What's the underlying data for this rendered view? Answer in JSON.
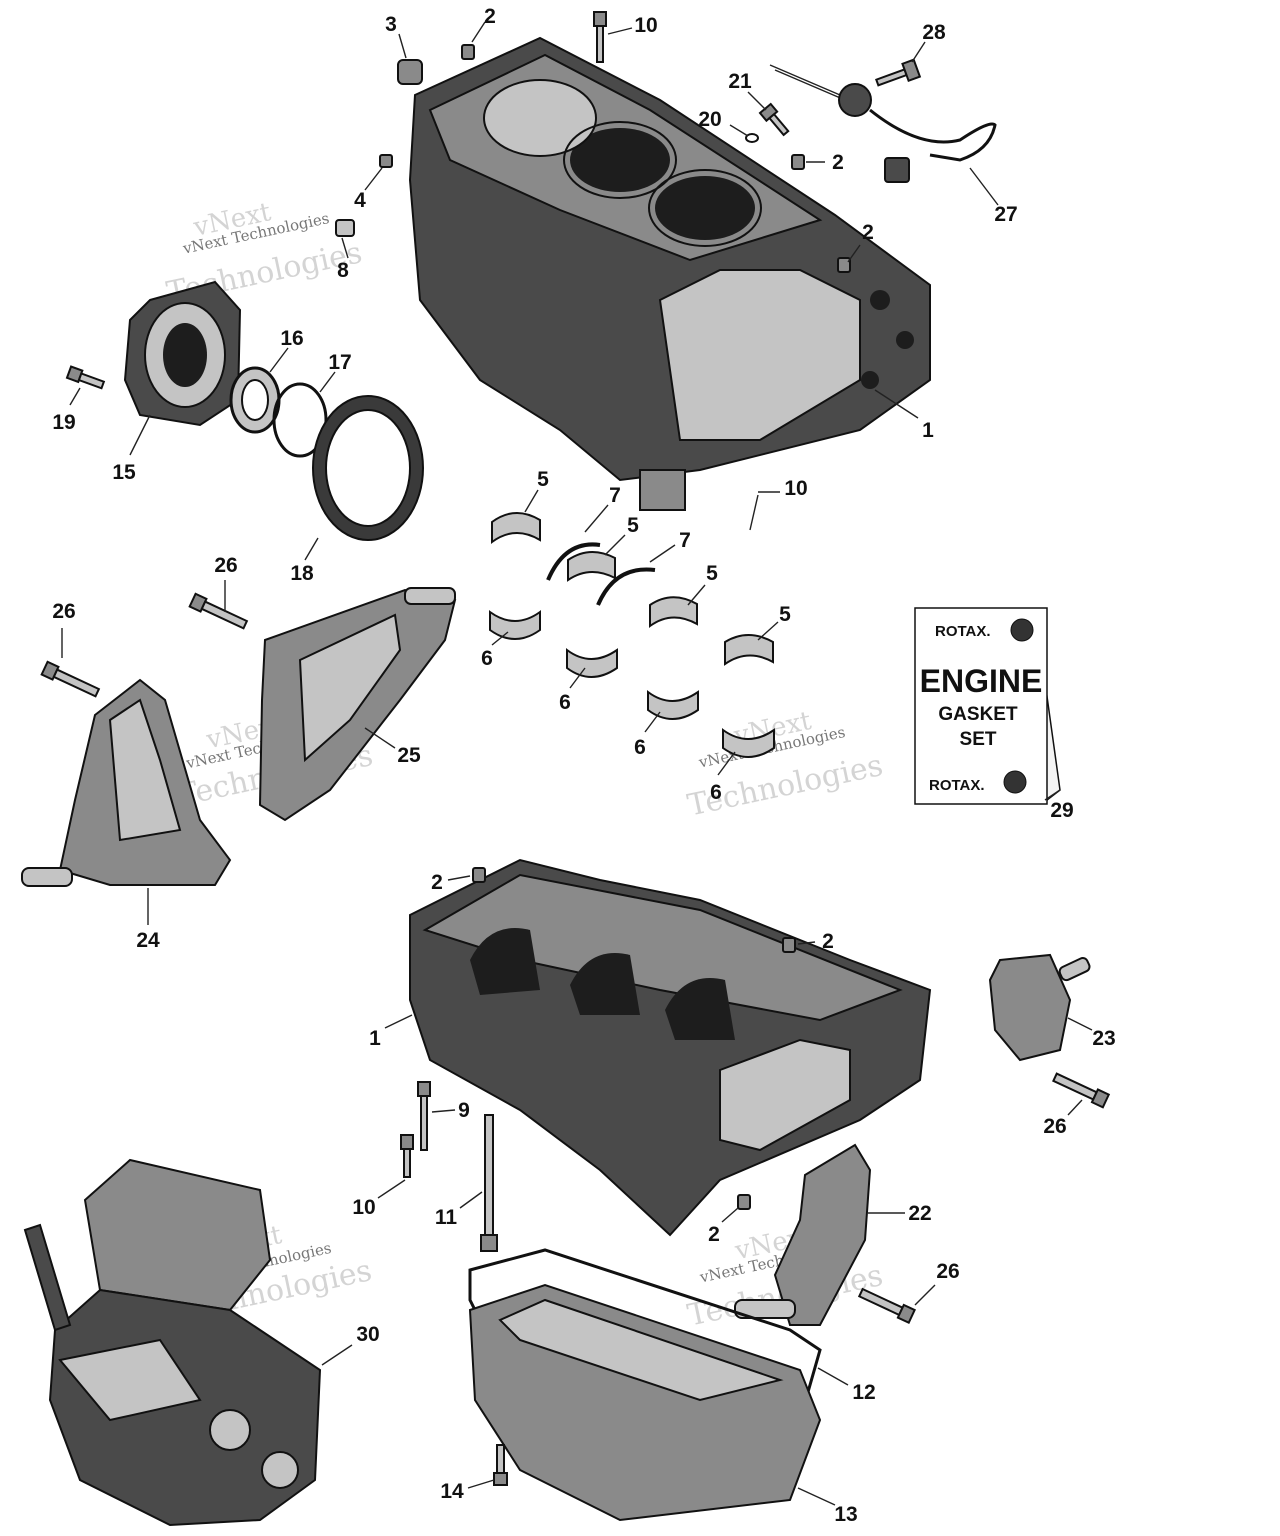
{
  "callouts": [
    {
      "id": "c3a",
      "label": "3"
    },
    {
      "id": "c2a",
      "label": "2"
    },
    {
      "id": "c10a",
      "label": "10"
    },
    {
      "id": "c28",
      "label": "28"
    },
    {
      "id": "c21",
      "label": "21"
    },
    {
      "id": "c20",
      "label": "20"
    },
    {
      "id": "c2b",
      "label": "2"
    },
    {
      "id": "c27",
      "label": "27"
    },
    {
      "id": "c4",
      "label": "4"
    },
    {
      "id": "c8",
      "label": "8"
    },
    {
      "id": "c2c",
      "label": "2"
    },
    {
      "id": "c16",
      "label": "16"
    },
    {
      "id": "c17",
      "label": "17"
    },
    {
      "id": "c19",
      "label": "19"
    },
    {
      "id": "c15",
      "label": "15"
    },
    {
      "id": "c1a",
      "label": "1"
    },
    {
      "id": "c10b",
      "label": "10"
    },
    {
      "id": "c5a",
      "label": "5"
    },
    {
      "id": "c7a",
      "label": "7"
    },
    {
      "id": "c5b",
      "label": "5"
    },
    {
      "id": "c7b",
      "label": "7"
    },
    {
      "id": "c18",
      "label": "18"
    },
    {
      "id": "c26a",
      "label": "26"
    },
    {
      "id": "c26b",
      "label": "26"
    },
    {
      "id": "c5c",
      "label": "5"
    },
    {
      "id": "c5d",
      "label": "5"
    },
    {
      "id": "c6a",
      "label": "6"
    },
    {
      "id": "c6b",
      "label": "6"
    },
    {
      "id": "c6c",
      "label": "6"
    },
    {
      "id": "c6d",
      "label": "6"
    },
    {
      "id": "c25",
      "label": "25"
    },
    {
      "id": "c29",
      "label": "29"
    },
    {
      "id": "c24",
      "label": "24"
    },
    {
      "id": "c2d",
      "label": "2"
    },
    {
      "id": "c2e",
      "label": "2"
    },
    {
      "id": "c1b",
      "label": "1"
    },
    {
      "id": "c23",
      "label": "23"
    },
    {
      "id": "c9",
      "label": "9"
    },
    {
      "id": "c26c",
      "label": "26"
    },
    {
      "id": "c10c",
      "label": "10"
    },
    {
      "id": "c11",
      "label": "11"
    },
    {
      "id": "c2f",
      "label": "2"
    },
    {
      "id": "c22",
      "label": "22"
    },
    {
      "id": "c26d",
      "label": "26"
    },
    {
      "id": "c30",
      "label": "30"
    },
    {
      "id": "c12",
      "label": "12"
    },
    {
      "id": "c14",
      "label": "14"
    },
    {
      "id": "c13",
      "label": "13"
    }
  ],
  "gasket_kit": {
    "brand_top": "ROTAX.",
    "line1": "ENGINE",
    "line2": "GASKET",
    "line3": "SET",
    "brand_bottom": "ROTAX."
  },
  "watermark": {
    "small": "vNext Technologies",
    "large_1": "vNext",
    "large_2": "Technologies"
  }
}
